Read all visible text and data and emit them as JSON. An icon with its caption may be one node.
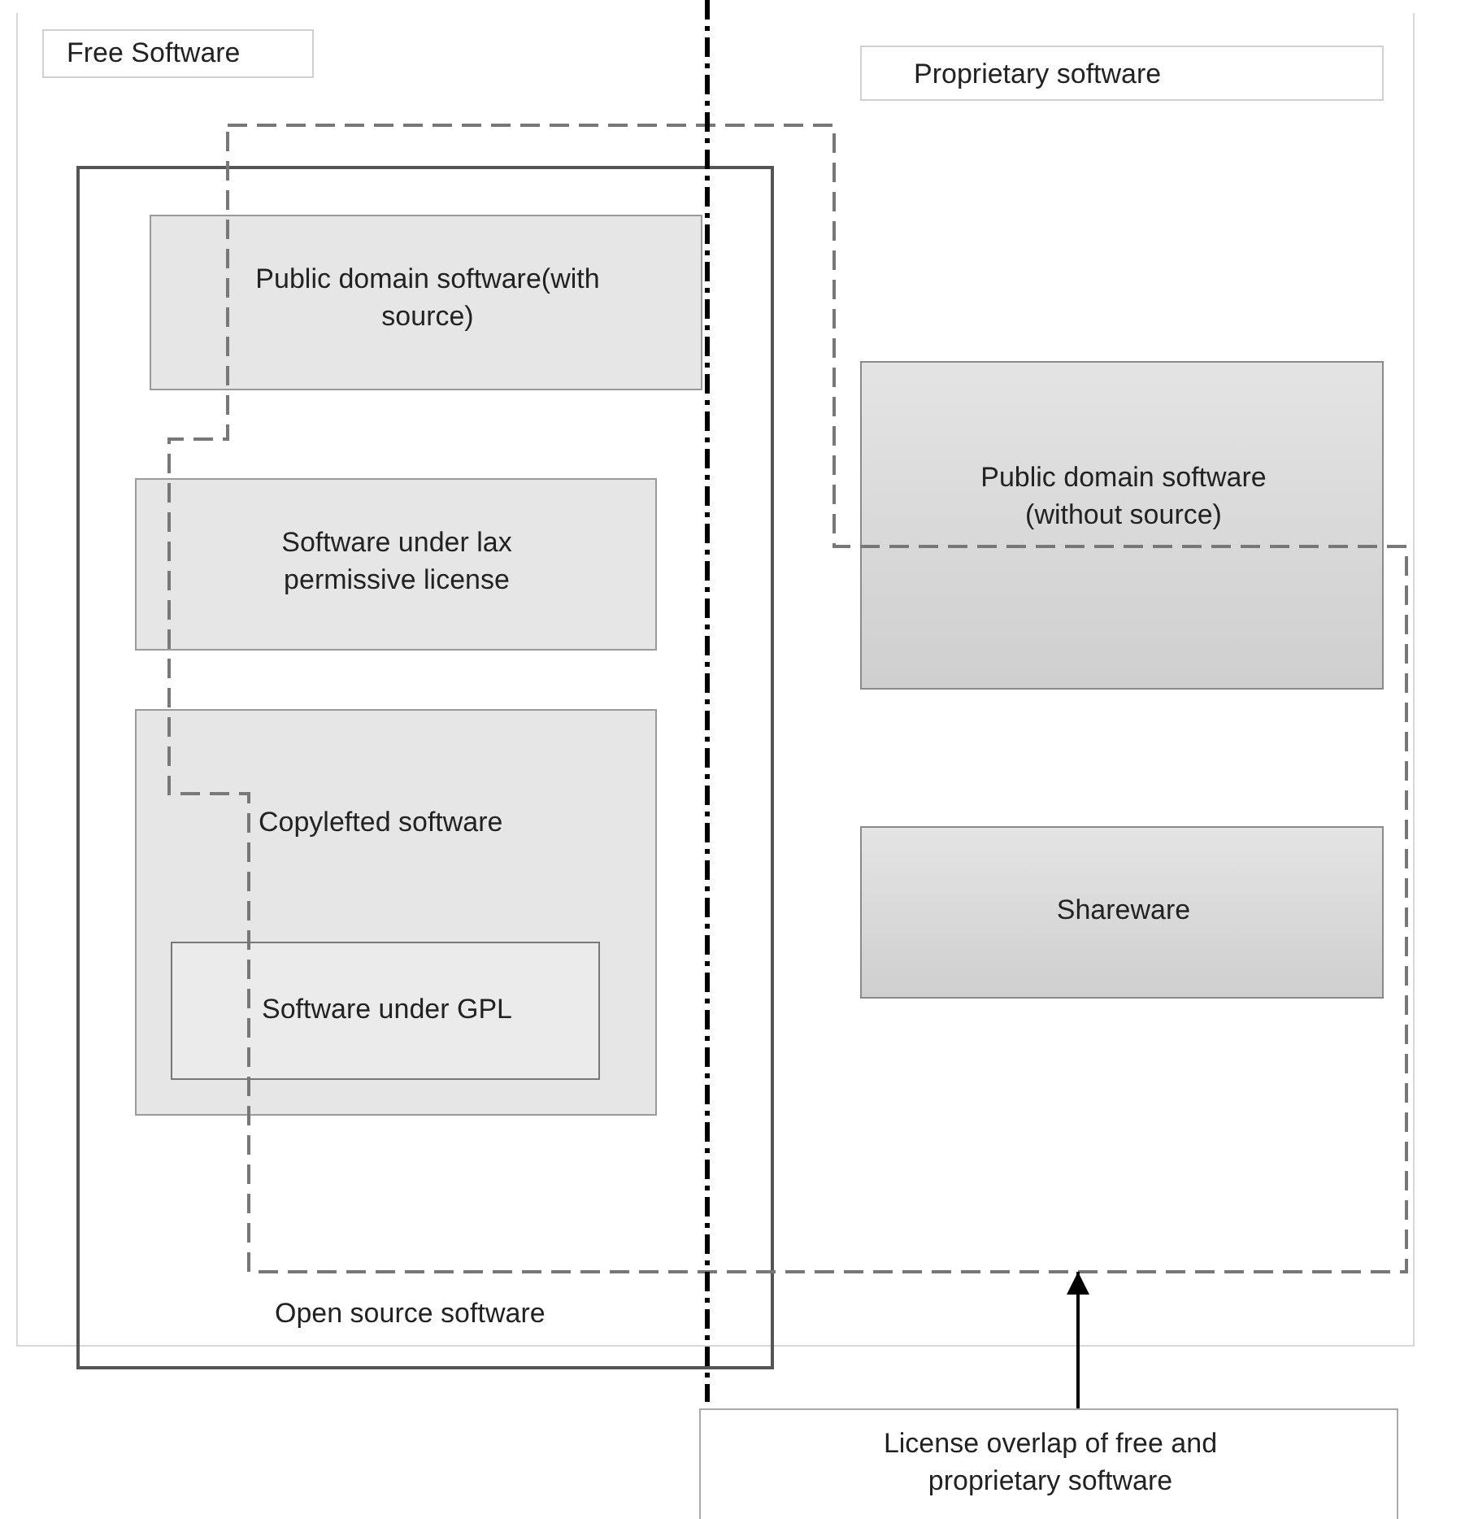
{
  "diagram": {
    "nodes": [
      {
        "text": [
          "Free Software"
        ]
      },
      {
        "text": [
          "Proprietary software"
        ]
      },
      {
        "text": [
          "Open source software"
        ]
      },
      {
        "text": [
          "Public domain software(with source)"
        ]
      },
      {
        "text": [
          "Software under lax permissive license"
        ],
        "in": 2
      },
      {
        "text": [
          "Copylefted software"
        ],
        "in": 2
      },
      {
        "text": [
          "Software under GPL"
        ],
        "in": 5
      },
      {
        "text": [
          "Public domain software (without source)"
        ]
      },
      {
        "text": [
          "Shareware"
        ],
        "in": 10
      },
      {
        "text": [
          "License overlap of free and proprietary software"
        ]
      },
      {
        "text": [],
        "shape": "polygon"
      }
    ],
    "edges": [
      {
        "from": 9,
        "to": 10,
        "arrow": "to"
      }
    ]
  }
}
